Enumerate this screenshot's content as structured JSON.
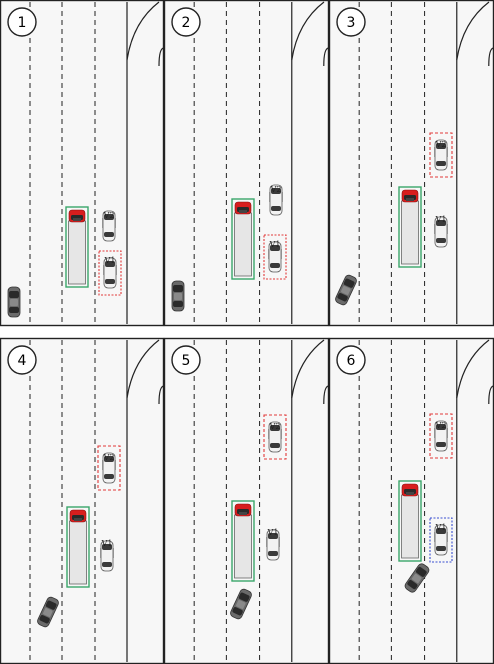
{
  "panels": [
    {
      "number": "1",
      "v1_label": "V1",
      "v2_label": "V2",
      "v1_box": "red",
      "v2_box": "none"
    },
    {
      "number": "2",
      "v1_label": "V1",
      "v2_label": "V2",
      "v1_box": "red",
      "v2_box": "none"
    },
    {
      "number": "3",
      "v1_label": "V1",
      "v2_label": "V2",
      "v1_box": "none",
      "v2_box": "red"
    },
    {
      "number": "4",
      "v1_label": "V1",
      "v2_label": "V2",
      "v1_box": "none",
      "v2_box": "red"
    },
    {
      "number": "5",
      "v1_label": "V1",
      "v2_label": "V2",
      "v1_box": "none",
      "v2_box": "red"
    },
    {
      "number": "6",
      "v1_label": "V1",
      "v2_label": "V2",
      "v1_box": "blue",
      "v2_box": "red"
    }
  ],
  "colors": {
    "truck_box": "#3aa66a",
    "highlight_red": "#e23a3a",
    "highlight_blue": "#3a4fd0",
    "truck_cab": "#d81e1e",
    "road_line": "#222222"
  }
}
